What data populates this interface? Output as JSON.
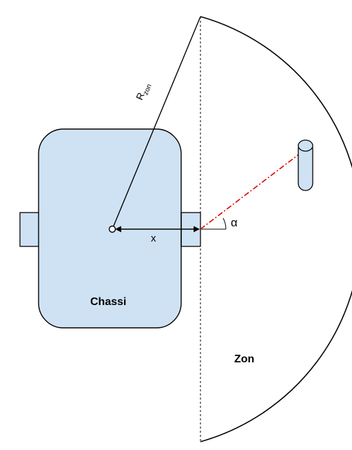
{
  "labels": {
    "chassis": "Chassi",
    "zone": "Zon",
    "radius_main": "R",
    "radius_sub": "zon",
    "distance": "x",
    "angle": "α"
  },
  "colors": {
    "chassis_fill": "#cfe2f3",
    "stroke": "#000000",
    "los_line": "#e00000",
    "background": "#ffffff"
  }
}
